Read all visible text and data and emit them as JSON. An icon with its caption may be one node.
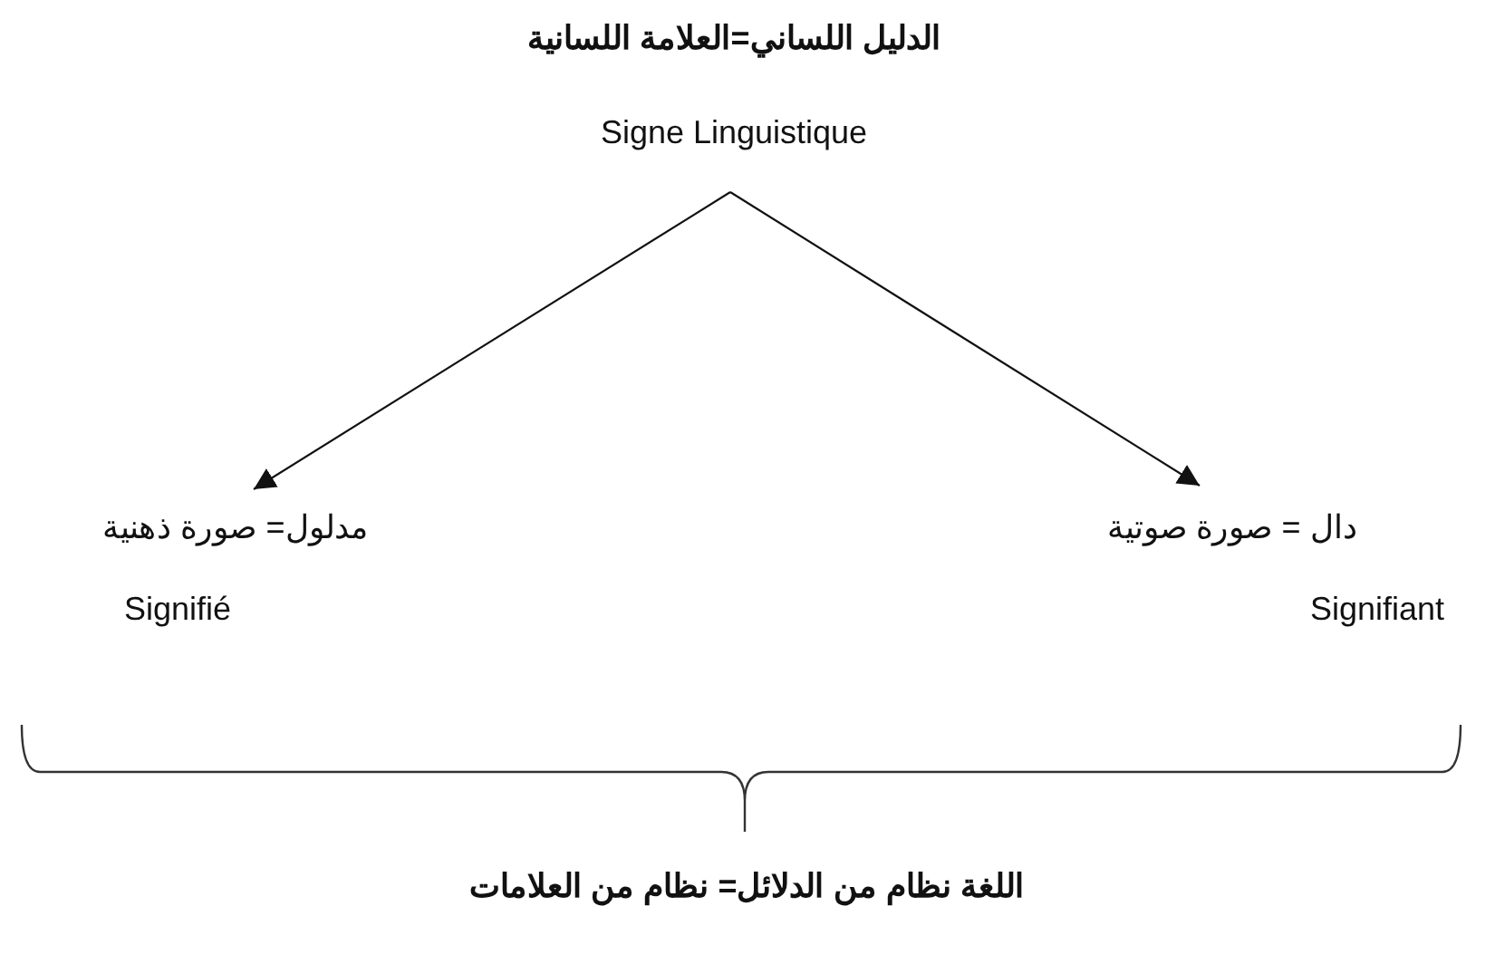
{
  "diagram": {
    "nodes": [
      {
        "text": [
          "الدليل اللساني=العلامة اللسانية",
          "Signe Linguistique"
        ]
      },
      {
        "text": [
          "مدلول= صورة ذهنية",
          "Signifié"
        ]
      },
      {
        "text": [
          "دال = صورة صوتية",
          "Signifiant"
        ]
      }
    ],
    "edges": [
      {
        "from": 0,
        "to": 1,
        "arrow": "to"
      },
      {
        "from": 0,
        "to": 2,
        "arrow": "to"
      }
    ],
    "labels": [
      "اللغة نظام من الدلائل= نظام من العلامات"
    ]
  }
}
